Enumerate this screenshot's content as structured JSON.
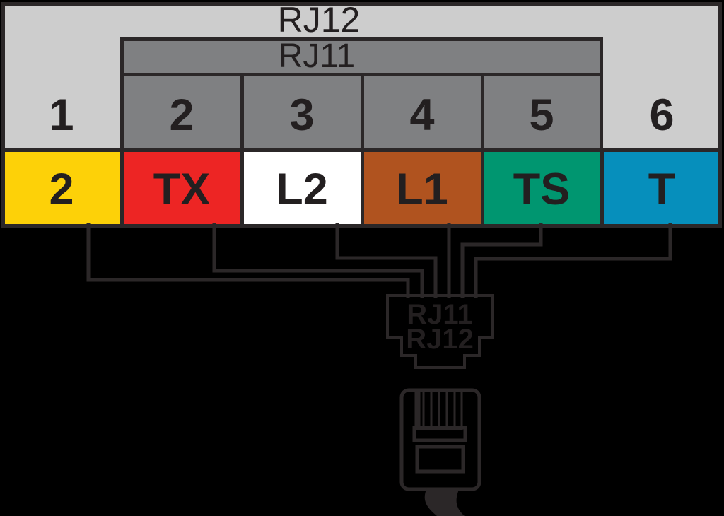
{
  "colors": {
    "line": "#2b2728",
    "text": "#231f20",
    "light_gray": "#cdcdcd",
    "dark_gray": "#7f8082"
  },
  "header": {
    "rj12_label": "RJ12",
    "rj11_label": "RJ11"
  },
  "pins": [
    {
      "number": "1",
      "signal": "2",
      "color": "#fdd108"
    },
    {
      "number": "2",
      "signal": "TX",
      "color": "#ed2524"
    },
    {
      "number": "3",
      "signal": "L2",
      "color": "#ffffff"
    },
    {
      "number": "4",
      "signal": "L1",
      "color": "#b0531f"
    },
    {
      "number": "5",
      "signal": "TS",
      "color": "#009670"
    },
    {
      "number": "6",
      "signal": "T",
      "color": "#068fbc"
    }
  ],
  "connector": {
    "line1": "RJ11",
    "line2": "RJ12"
  }
}
